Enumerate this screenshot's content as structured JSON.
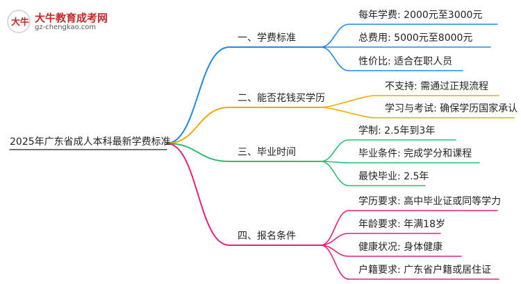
{
  "logo": {
    "mark_text": "大牛",
    "title": "大牛教育成考网",
    "url": "gz-chengkao.com"
  },
  "root": "2025年广东省成人本科最新学费标准",
  "colors": {
    "branch1": "#1e88e5",
    "branch2": "#f2a900",
    "branch3": "#2bbd6e",
    "branch4": "#e91e7a"
  },
  "branches": [
    {
      "label": "一、学费标准",
      "leaves": [
        "每年学费: 2000元至3000元",
        "总费用: 5000元至8000元",
        "性价比: 适合在职人员"
      ]
    },
    {
      "label": "二、能否花钱买学历",
      "leaves": [
        "不支持: 需通过正规流程",
        "学习与考试: 确保学历国家承认"
      ]
    },
    {
      "label": "三、毕业时间",
      "leaves": [
        "学制: 2.5年到3年",
        "毕业条件: 完成学分和课程",
        "最快毕业: 2.5年"
      ]
    },
    {
      "label": "四、报名条件",
      "leaves": [
        "学历要求: 高中毕业证或同等学力",
        "年龄要求: 年满18岁",
        "健康状况: 身体健康",
        "户籍要求: 广东省户籍或居住证"
      ]
    }
  ]
}
